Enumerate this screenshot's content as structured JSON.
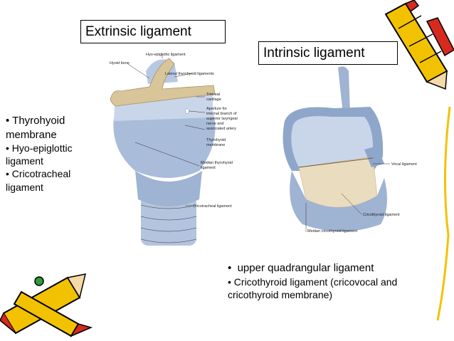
{
  "titles": {
    "extrinsic": "Extrinsic ligament",
    "intrinsic": "Intrinsic ligament"
  },
  "left_list": [
    "Thyrohyoid membrane",
    "Hyo-epiglottic ligament",
    "Cricotracheal ligament"
  ],
  "right_list": [
    "upper quadrangular ligament",
    "Cricothyroid ligament (cricovocal and cricothyroid membrane)"
  ],
  "left_figure_labels": {
    "hyo_epiglottic": "Hyo-epiglottic ligament",
    "hyoid_bone": "Hyoid bone",
    "lateral_thyrohyoid": "Lateral thyrohyoid ligaments",
    "triticeal_1": "Triticeal",
    "triticeal_2": "cartilage",
    "aperture_1": "Aperture for",
    "aperture_2": "internal branch of",
    "aperture_3": "superior laryngeal",
    "aperture_4": "nerve and",
    "aperture_5": "associated artery",
    "thyrohyoid_1": "Thyrohyoid",
    "thyrohyoid_2": "membrane",
    "median_1": "Median thyrohyoid",
    "median_2": "ligament",
    "cricotracheal": "Cricotracheal ligament"
  },
  "right_figure_labels": {
    "vocal": "Vocal ligament",
    "cricothyroid": "Cricothyroid ligament",
    "median_cricothyroid": "Median cricothyroid ligament"
  },
  "colors": {
    "cartilage_blue": "#9fb3d3",
    "cartilage_light": "#c9d6ea",
    "ligament_tan": "#e9dcbf",
    "hyoid_bone": "#d8c59a",
    "pencil_yellow": "#f2c200",
    "pencil_red": "#d62a1f"
  }
}
